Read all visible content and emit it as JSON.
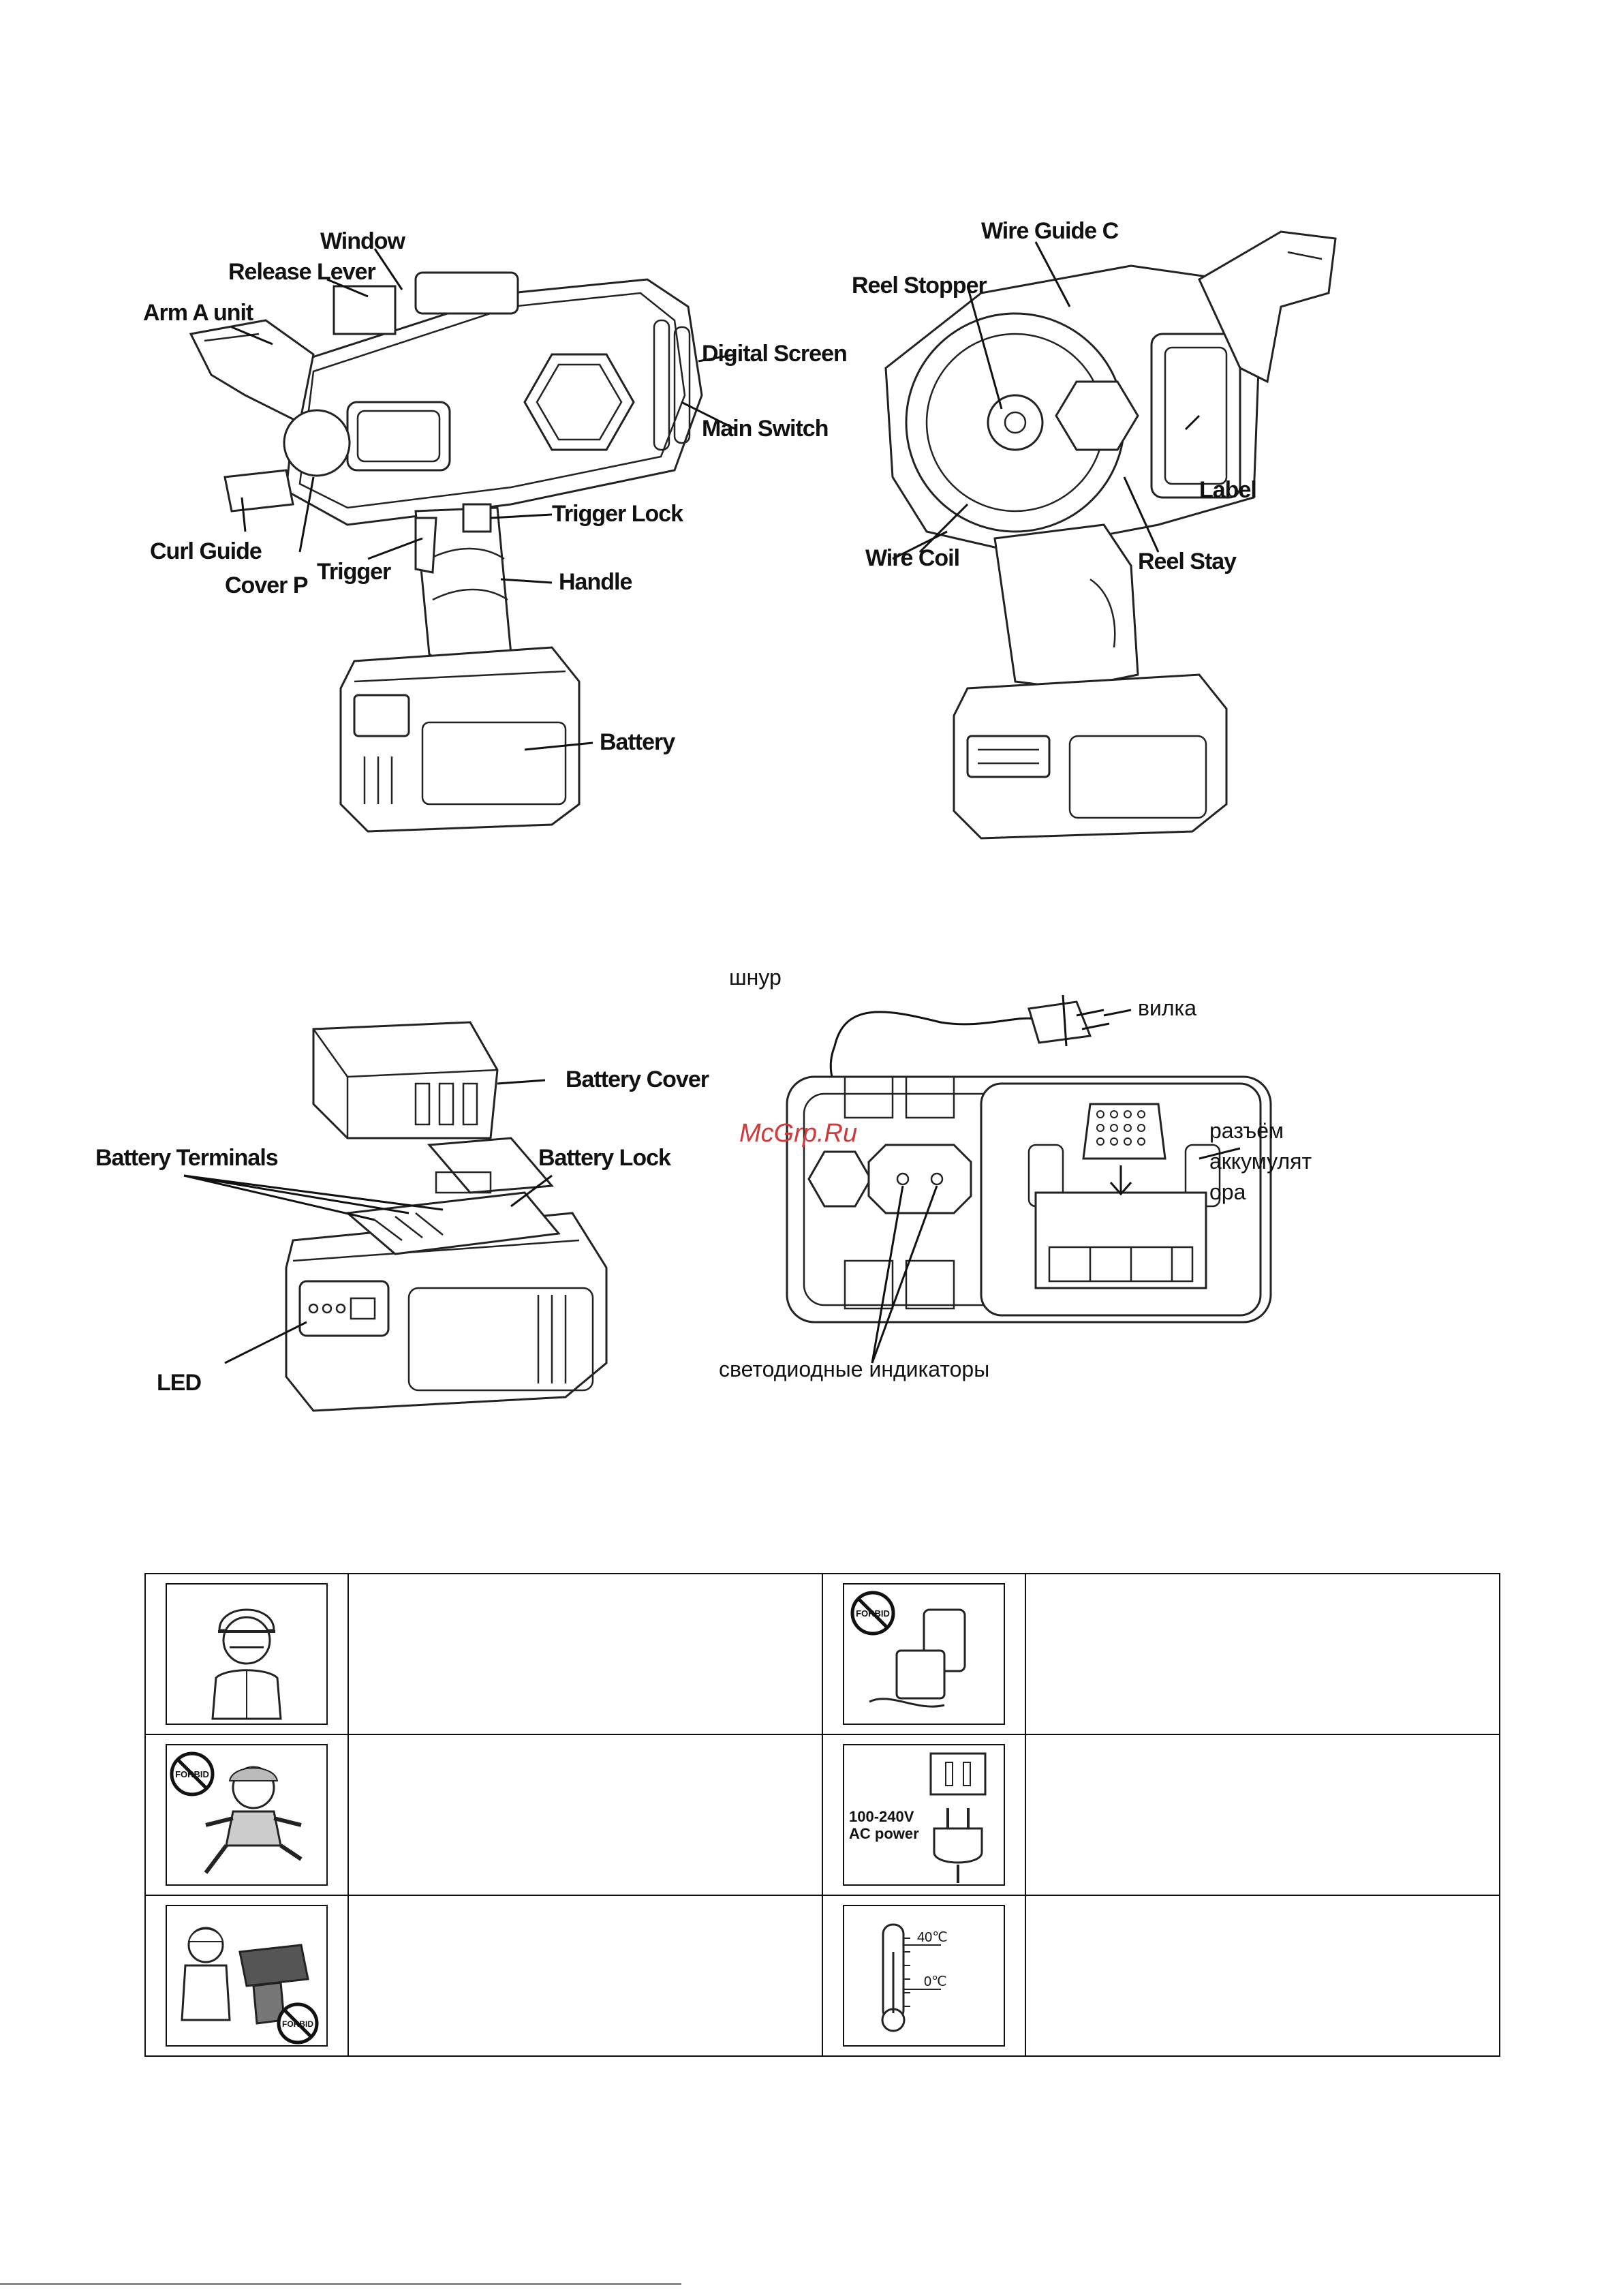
{
  "figure1": {
    "labels": {
      "window": "Window",
      "release_lever": "Release Lever",
      "arm_a_unit": "Arm A unit",
      "digital_screen": "Digital Screen",
      "main_switch": "Main Switch",
      "trigger_lock": "Trigger Lock",
      "curl_guide": "Curl Guide",
      "cover_p": "Cover P",
      "trigger": "Trigger",
      "handle": "Handle",
      "battery": "Battery"
    }
  },
  "figure2": {
    "labels": {
      "wire_guide_c": "Wire Guide C",
      "reel_stopper": "Reel Stopper",
      "label": "Label",
      "wire_coil": "Wire Coil",
      "reel_stay": "Reel Stay"
    }
  },
  "figure3": {
    "labels": {
      "battery_cover": "Battery Cover",
      "battery_terminals": "Battery Terminals",
      "battery_lock": "Battery Lock",
      "led": "LED"
    }
  },
  "figure4": {
    "labels": {
      "cord": "шнур",
      "plug": "вилка",
      "socket_line1": "разъём",
      "socket_line2": "аккумулят",
      "socket_line3": "ора",
      "led_indicators": "светодиодные индикаторы"
    },
    "watermark": "McGrp.Ru"
  },
  "safety_table": {
    "forbid_text": "FORBID",
    "power_line1": "100-240V",
    "power_line2": "AC power",
    "temp_high": "40℃",
    "temp_low": "0℃"
  }
}
